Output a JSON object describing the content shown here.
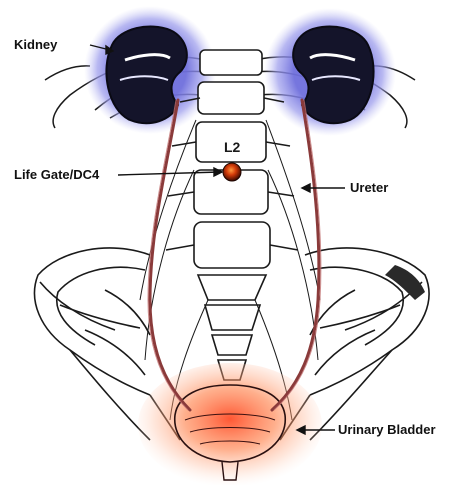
{
  "labels": {
    "kidney": "Kidney",
    "life_gate": "Life Gate/DC4",
    "ureter": "Ureter",
    "bladder": "Urinary Bladder",
    "vertebra": "L2"
  },
  "colors": {
    "kidney_glow": "#8f8fe6",
    "kidney_fill": "#121225",
    "ureter": "#8a3a3a",
    "bladder_glow": "#ff5a2a",
    "point": "#c0330a",
    "ink": "#1a1a1a"
  }
}
